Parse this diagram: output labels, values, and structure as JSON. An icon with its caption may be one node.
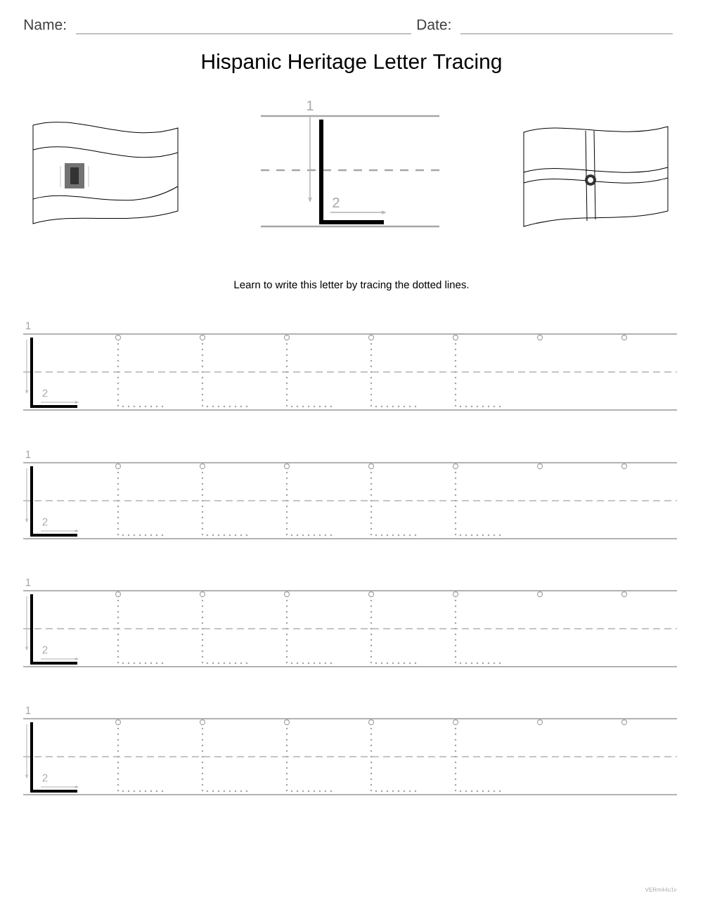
{
  "diagram": {
    "title": "Hispanic Heritage Letter Tracing",
    "labels": [
      "Name:",
      "Date:",
      "1",
      "2",
      "Learn to write this letter by tracing the dotted lines.",
      "1",
      "2",
      "1",
      "2",
      "1",
      "2",
      "1",
      "2",
      "VERm44o1v"
    ]
  }
}
